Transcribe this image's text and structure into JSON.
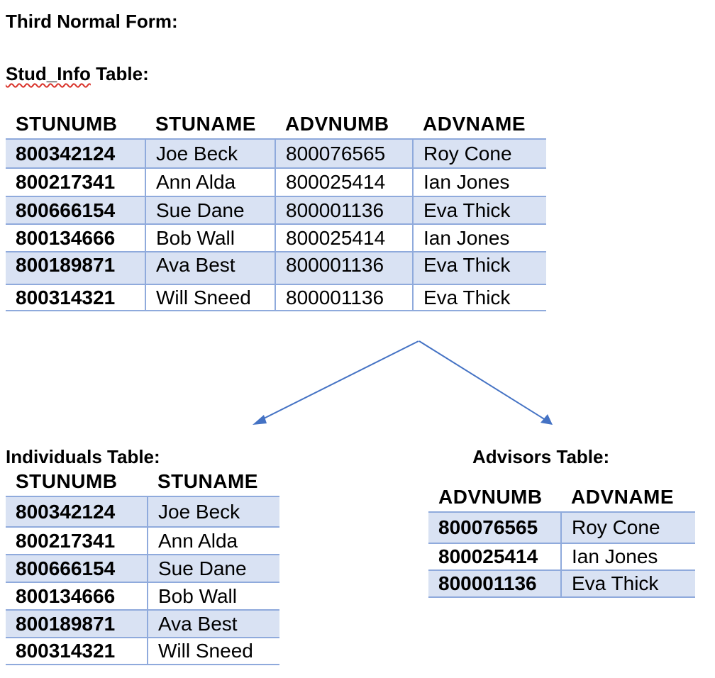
{
  "title": "Third Normal Form:",
  "stud_info": {
    "label_prefix": "Stud_Info",
    "label_suffix": " Table:",
    "columns": [
      "STUNUMB",
      "STUNAME",
      "ADVNUMB",
      "ADVNAME"
    ],
    "rows": [
      [
        "800342124",
        "Joe Beck",
        "800076565",
        "Roy Cone"
      ],
      [
        "800217341",
        "Ann Alda",
        "800025414",
        "Ian Jones"
      ],
      [
        "800666154",
        "Sue Dane",
        "800001136",
        "Eva Thick"
      ],
      [
        "800134666",
        "Bob Wall",
        "800025414",
        "Ian Jones"
      ],
      [
        "800189871",
        "Ava Best",
        "800001136",
        "Eva Thick"
      ],
      [
        "800314321",
        "Will Sneed",
        "800001136",
        "Eva Thick"
      ]
    ]
  },
  "individuals": {
    "label": "Individuals Table:",
    "columns": [
      "STUNUMB",
      "STUNAME"
    ],
    "rows": [
      [
        "800342124",
        "Joe Beck"
      ],
      [
        "800217341",
        "Ann Alda"
      ],
      [
        "800666154",
        "Sue Dane"
      ],
      [
        "800134666",
        "Bob Wall"
      ],
      [
        "800189871",
        "Ava Best"
      ],
      [
        "800314321",
        "Will Sneed"
      ]
    ]
  },
  "advisors": {
    "label": "Advisors Table:",
    "columns": [
      "ADVNUMB",
      "ADVNAME"
    ],
    "rows": [
      [
        "800076565",
        "Roy Cone"
      ],
      [
        "800025414",
        "Ian Jones"
      ],
      [
        "800001136",
        "Eva Thick"
      ]
    ]
  },
  "colors": {
    "accent_border": "#8faadc",
    "row_shade": "#d9e2f3",
    "arrow": "#4472c4",
    "spellcheck": "#d9332b"
  }
}
